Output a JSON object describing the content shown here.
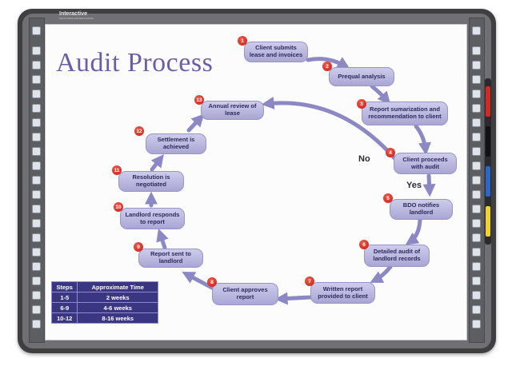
{
  "brand": {
    "name": "Interactive",
    "tagline": "SOLUTIONS FOR EDUCATION"
  },
  "title": "Audit Process",
  "steps": [
    {
      "num": "1",
      "text": "Client submits lease and invoices"
    },
    {
      "num": "2",
      "text": "Prequal analysis"
    },
    {
      "num": "3",
      "text": "Report sumarization and recommendation to client"
    },
    {
      "num": "4",
      "text": "Client proceeds with audit"
    },
    {
      "num": "5",
      "text": "BDO notifies landlord"
    },
    {
      "num": "6",
      "text": "Detailed audit of landlord records"
    },
    {
      "num": "7",
      "text": "Written report provided to client"
    },
    {
      "num": "8",
      "text": "Client approves report"
    },
    {
      "num": "9",
      "text": "Report sent to landlord"
    },
    {
      "num": "10",
      "text": "Landlord responds to report"
    },
    {
      "num": "11",
      "text": "Resolution is negotiated"
    },
    {
      "num": "12",
      "text": "Settlement is achieved"
    },
    {
      "num": "13",
      "text": "Annual review of lease"
    }
  ],
  "decisions": {
    "no": "No",
    "yes": "Yes"
  },
  "time_table": {
    "headers": [
      "Steps",
      "Approximate Time"
    ],
    "rows": [
      [
        "1-5",
        "2 weeks"
      ],
      [
        "6-9",
        "4-6 weeks"
      ],
      [
        "10-12",
        "8-16 weeks"
      ]
    ]
  },
  "colors": {
    "title": "#6c5ea6",
    "node_fill": "#bfbce3",
    "arrow": "#8c88c4",
    "badge": "#d6281b",
    "table_bg": "#3b3682"
  },
  "icons": {
    "arrow": "arrow-icon"
  }
}
